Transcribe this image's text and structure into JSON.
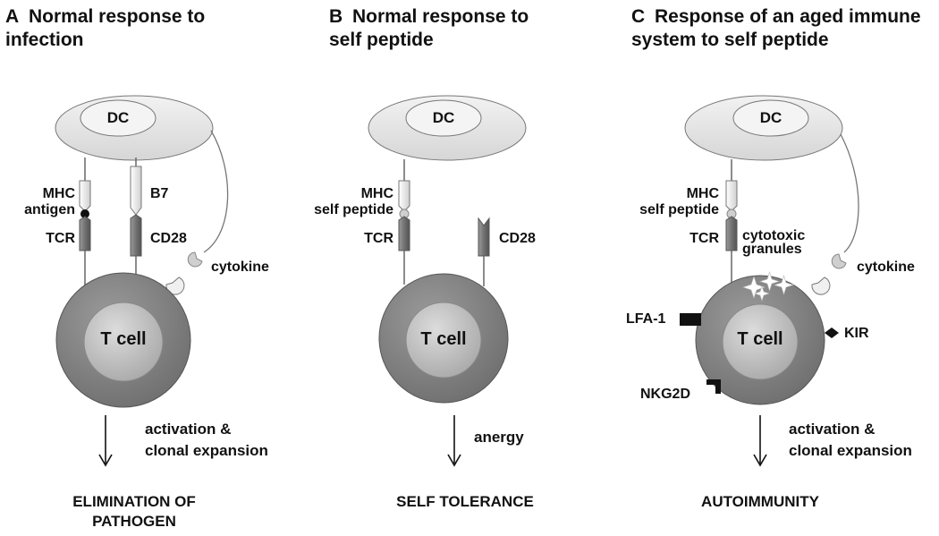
{
  "panels": [
    {
      "letter": "A",
      "title": "Normal response to\ninfection",
      "dc": "DC",
      "t_cell": "T cell",
      "mhc_label": "MHC\nantigen",
      "tcr": "TCR",
      "b7": "B7",
      "cd28": "CD28",
      "cytokine": "cytokine",
      "arrow_label": "activation &\nclonal expansion",
      "outcome": "ELIMINATION OF\nPATHOGEN"
    },
    {
      "letter": "B",
      "title": "Normal response to\nself peptide",
      "dc": "DC",
      "t_cell": "T cell",
      "mhc_label": "MHC\nself peptide",
      "tcr": "TCR",
      "cd28": "CD28",
      "arrow_label": "anergy",
      "outcome": "SELF TOLERANCE"
    },
    {
      "letter": "C",
      "title": "Response of an aged immune\nsystem to self peptide",
      "dc": "DC",
      "t_cell": "T cell",
      "mhc_label": "MHC\nself peptide",
      "tcr": "TCR",
      "granules": "cytotoxic\ngranules",
      "cytokine": "cytokine",
      "lfa1": "LFA-1",
      "kir": "KIR",
      "nkg2d": "NKG2D",
      "arrow_label": "activation &\nclonal expansion",
      "outcome": "AUTOIMMUNITY"
    }
  ],
  "colors": {
    "dc_outer": "#e6e6e6",
    "dc_inner": "#ececec",
    "tcell_outer": "#8a8a8a",
    "tcell_inner": "#c4c4c4",
    "receptor_dark": "#7a7a7a",
    "receptor_light": "#f0f0f0",
    "antigen": "#111111",
    "self_peptide": "#c8c8c8"
  }
}
